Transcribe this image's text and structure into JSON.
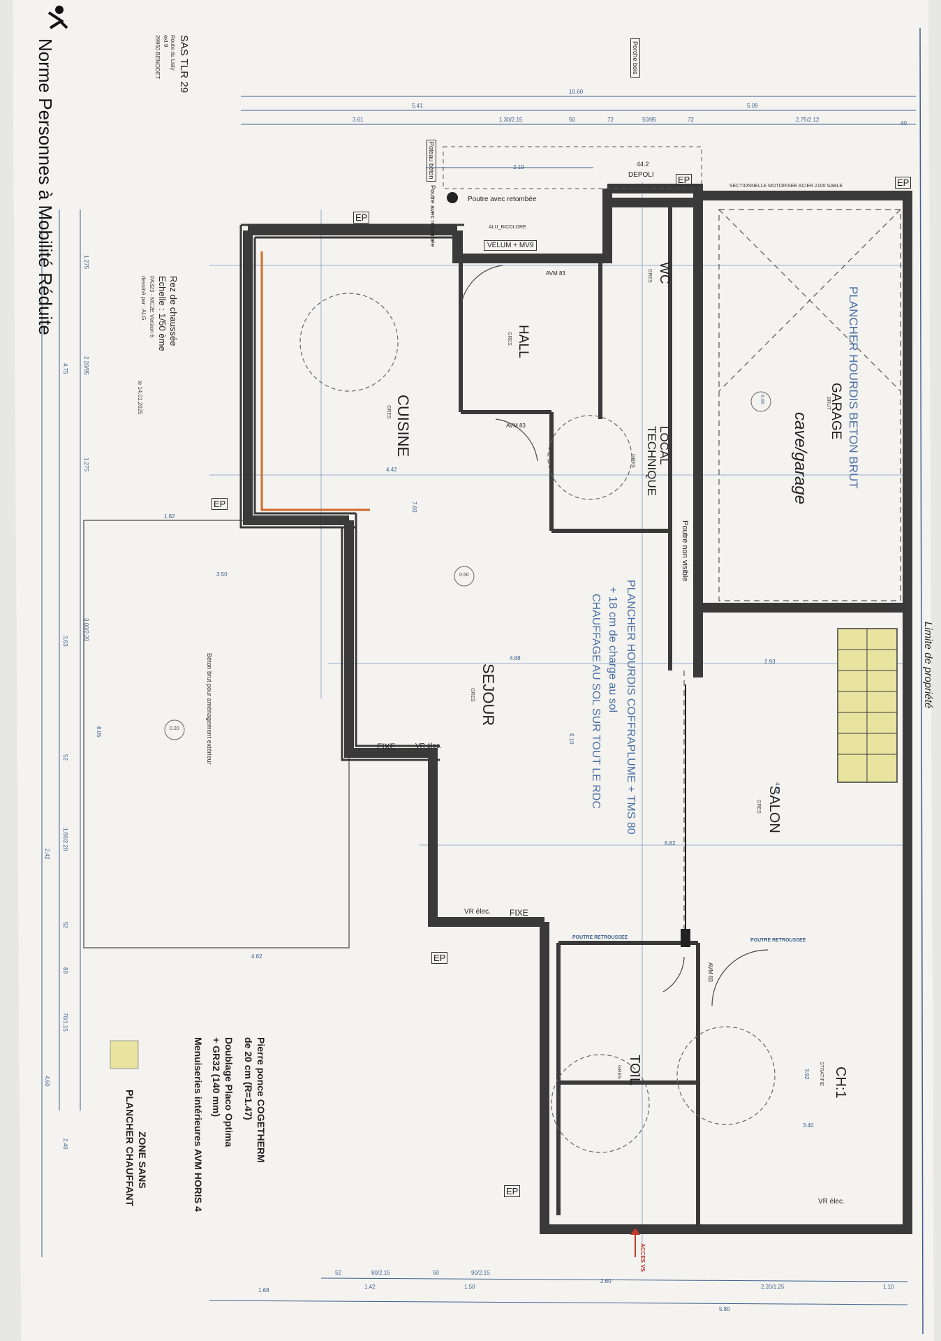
{
  "title_block": {
    "norme": "Norme Personnes à Mobilité Réduite",
    "company": "SAS TLR 29",
    "company_line2": "Route du Lisly",
    "company_line3": "ext 9",
    "company_line4": "29950 BENODET",
    "level": "Rez de chaussée",
    "scale": "Echelle : 1/50 ème",
    "ref": "PA323 - MC2E Version 6",
    "drawn_by": "dessiné par : ALG",
    "date": "le 14.01.2025"
  },
  "boundary_label": "Limite de propriété",
  "annotations": {
    "porche": "Porche bois",
    "poteau": "Poteau béton",
    "poutre_retombee": "Poutre avec retombée",
    "poutre_avec_retombee_2": "Poutre avec retombée",
    "poutre_non_visible": "Poutre non visible",
    "poutre_retroussee_1": "POUTRE RETROUSSEE",
    "poutre_retroussee_2": "POUTRE RETROUSSEE",
    "sectionnelle": "SECTIONNELLE MOTORISEE ACIER 2100 SABLE",
    "velum": "VELUM + MV9",
    "alu_bicolore": "ALU_BICOLORE",
    "plancher_garage": "PLANCHER HOURDIS BETON BRUT",
    "plancher_main_1": "PLANCHER HOURDIS COFFRAPLUME + TMS 80",
    "plancher_main_2": "+ 18 cm de charge au sol",
    "plancher_main_3": "CHAUFFAGE AU SOL SUR TOUT LE RDC",
    "beton_brut": "Béton brut pour aménagement extérieur",
    "acces_vs": "ACCES VS",
    "cave_note": "cave/garage"
  },
  "rooms": [
    {
      "name": "GARAGE",
      "floor": "BRUT"
    },
    {
      "name": "WC",
      "floor": "GRES"
    },
    {
      "name": "HALL",
      "floor": "GRES"
    },
    {
      "name": "LOCAL TECHNIQUE",
      "floor": "GRES"
    },
    {
      "name": "CUISINE",
      "floor": "GRES"
    },
    {
      "name": "SEJOUR",
      "floor": "GRES"
    },
    {
      "name": "SALON",
      "floor": "GRES"
    },
    {
      "name": "CH:1",
      "floor": "STRATIFIE"
    },
    {
      "name": "TOIL",
      "floor": "GRES"
    }
  ],
  "openings": [
    "EP",
    "EP",
    "EP",
    "EP",
    "EP",
    "EP",
    "FIXE",
    "FIXE",
    "VR élec.",
    "VR élec.",
    "VR élec.",
    "DEPOLI",
    "AVM 83",
    "AVM 83",
    "AVM 83"
  ],
  "dimensions": {
    "top_total": "10.60",
    "top_left": "5.41",
    "top_right": "5.09",
    "top_a": "3.61",
    "top_b": "1.30/2.15",
    "top_c": "50",
    "top_d": "72",
    "top_e": "50/85",
    "top_f": "72",
    "top_g": "2.75/2.12",
    "top_h": "40",
    "porch": "2.19",
    "depoli": "44.2",
    "left_a": "1.275",
    "left_b": "2.20/95",
    "left_c": "4.75",
    "left_d": "1.275",
    "left_e": "3.00/2.20",
    "left_f": "3.63",
    "left_g": "8.05",
    "left_h": "52",
    "left_i": "1.80/2.20",
    "left_j": "2.42",
    "left_k": "52",
    "left_l": "80",
    "left_m": "70/1.15",
    "left_n": "4.60",
    "left_o": "2.40",
    "bottom_a": "1.68",
    "bottom_b": "52",
    "bottom_c": "80/2.15",
    "bottom_d": "1.42",
    "bottom_e": "50",
    "bottom_f": "90/2.15",
    "bottom_g": "1.50",
    "bottom_h": "2.60",
    "bottom_i": "2.20/1.25",
    "bottom_j": "1.10",
    "bottom_k": "5.80",
    "terrace_w": "4.82",
    "terrace_h": "3.50",
    "terrace_top": "1.82",
    "cuisine_w": "4.42",
    "cuisine_h": "7.60",
    "sejour": "4.88",
    "sejour_h": "6.10",
    "salon_w": "2.93",
    "salon_h": "4.74",
    "salon_d": "6.82",
    "ch1_w": "3.40",
    "ch1_h": "3.92",
    "garage_h": "6.06",
    "terrace_circle": "0.20",
    "sejour_circle": "0.50"
  },
  "legend": {
    "line1": "Pierre ponce COGETHERM",
    "line2": "de 20 cm (R=1.47)",
    "line3": "Doublage Placo Optima",
    "line4": "+ GR32 (140 mm)",
    "line5": "Menuiseries intérieures AVM HORIS 4",
    "zone_label_1": "ZONE SANS",
    "zone_label_2": "PLANCHER CHAUFFANT",
    "zone_color": "#e8e4a0"
  },
  "colors": {
    "wall": "#3a3a3a",
    "dimension": "#3c5f8c",
    "accent": "#d06a2a",
    "paper": "#f4f3f0"
  }
}
